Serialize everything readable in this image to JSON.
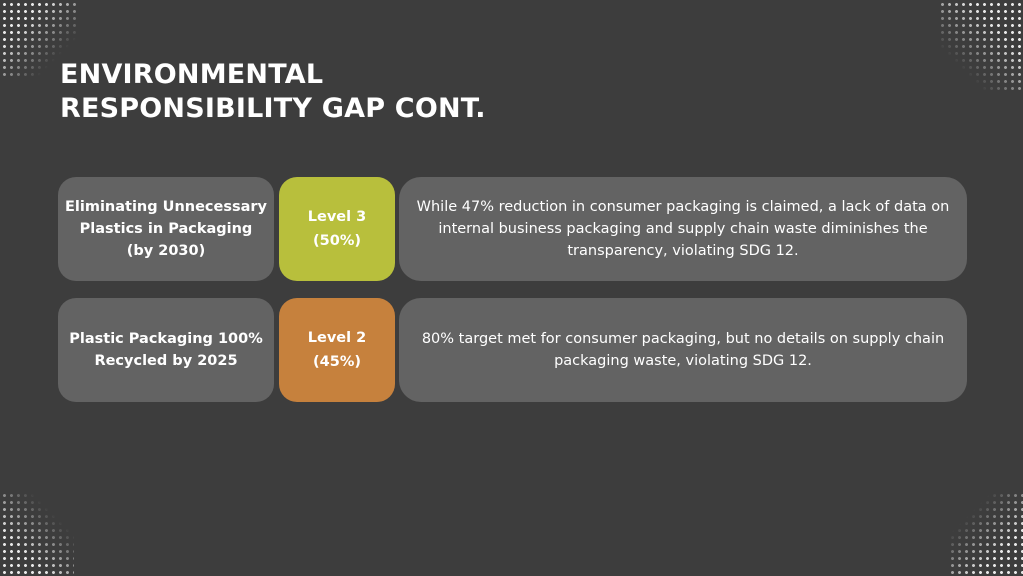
{
  "slide": {
    "title_line1": "ENVIRONMENTAL",
    "title_line2": "RESPONSIBILITY GAP CONT."
  },
  "rows": [
    {
      "goal_line1": "Eliminating Unnecessary",
      "goal_line2": "Plastics in Packaging",
      "goal_line3": "(by 2030)",
      "level_label": "Level 3",
      "level_percent": "(50%)",
      "level_color": "#b8bf3c",
      "description": "While 47% reduction in consumer packaging is claimed, a lack of data on internal business packaging and supply chain waste diminishes the transparency, violating SDG 12."
    },
    {
      "goal_line1": "Plastic Packaging 100%",
      "goal_line2": "Recycled by 2025",
      "goal_line3": "",
      "level_label": "Level 2",
      "level_percent": "(45%)",
      "level_color": "#c6813d",
      "description": "80% target met for consumer packaging, but no details on supply chain packaging waste, violating SDG 12."
    }
  ],
  "colors": {
    "background": "#3d3d3d",
    "card": "#636363",
    "text": "#ffffff"
  }
}
